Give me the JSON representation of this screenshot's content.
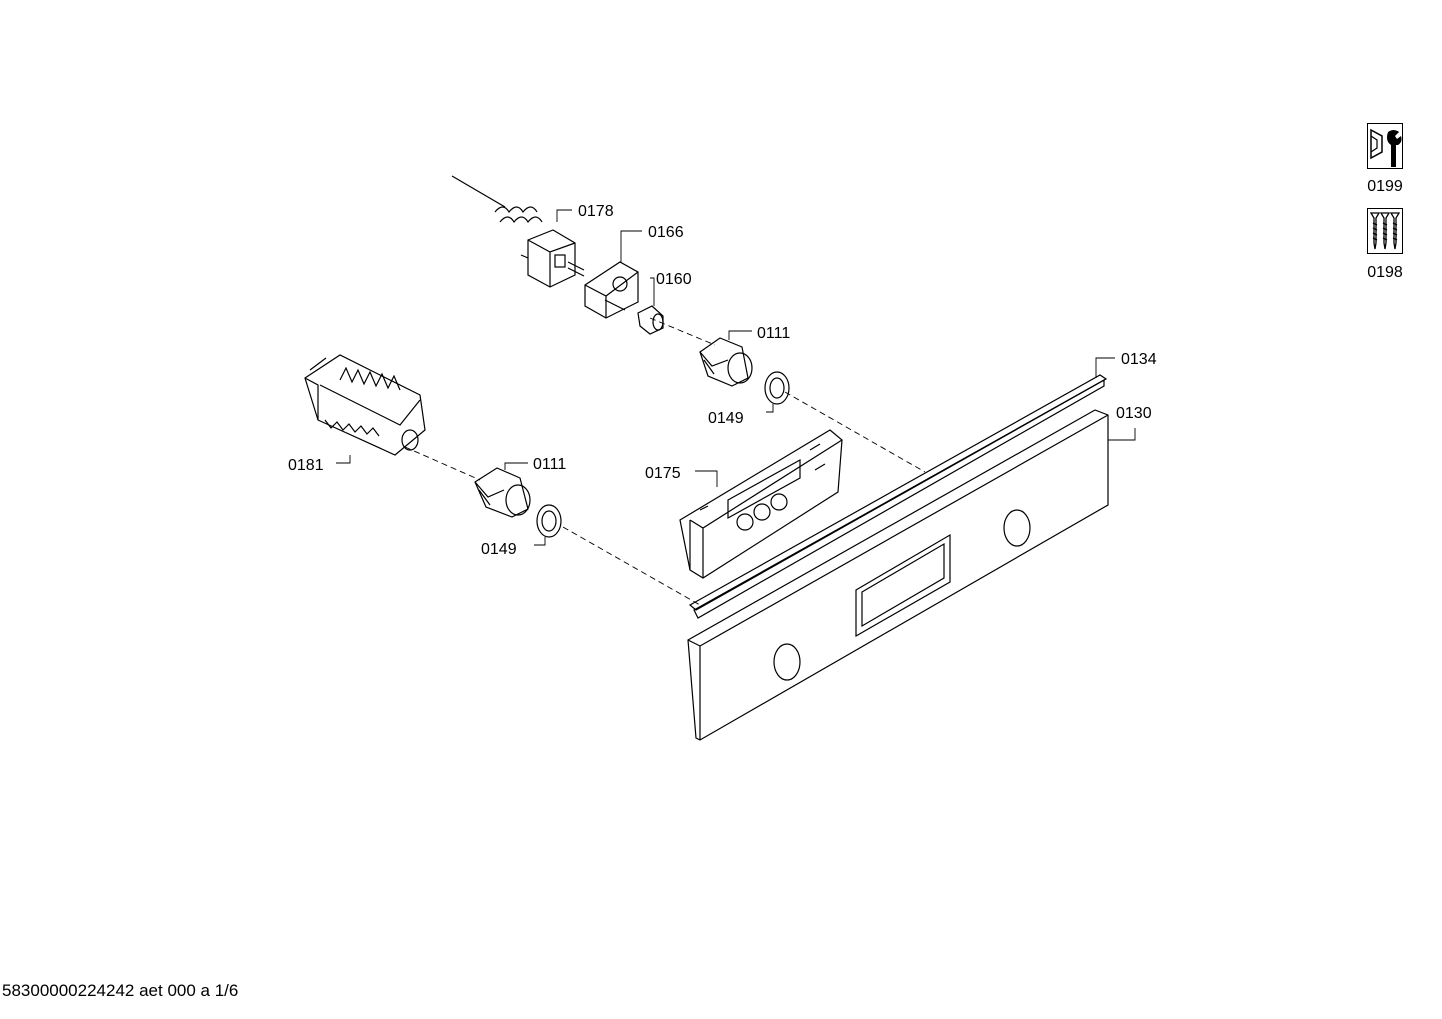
{
  "callouts": {
    "c0178": "0178",
    "c0166": "0166",
    "c0160": "0160",
    "c0111a": "0111",
    "c0149a": "0149",
    "c0134": "0134",
    "c0130": "0130",
    "c0181": "0181",
    "c0111b": "0111",
    "c0175": "0175",
    "c0149b": "0149"
  },
  "legend": {
    "tools": {
      "code": "0199",
      "icon": "wrench-icon"
    },
    "screws": {
      "code": "0198",
      "icon": "screws-icon"
    }
  },
  "footer": "58300000224242 aet 000 a 1/6"
}
